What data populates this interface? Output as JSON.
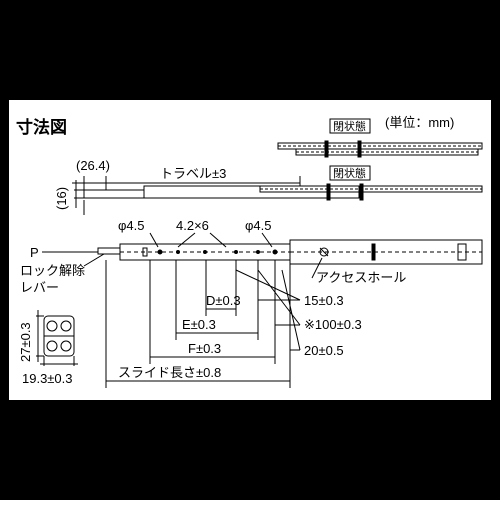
{
  "title": "寸法図",
  "unit": "(単位：mm)",
  "states": {
    "closed_top": "閉状態",
    "closed_mid": "閉状態"
  },
  "dimensions": {
    "d26_4": "(26.4)",
    "travel": "トラベル±3",
    "d16": "(16)",
    "phi_left": "φ4.5",
    "holes": "4.2×6",
    "phi_right": "φ4.5",
    "d": "D±0.3",
    "e": "E±0.3",
    "f": "F±0.3",
    "slide_length": "スライド長さ±0.8",
    "d15": "15±0.3",
    "d100": "※100±0.3",
    "d20": "20±0.5",
    "d27": "27±0.3",
    "d19_3": "19.3±0.3"
  },
  "labels": {
    "p": "P",
    "lock_lever_1": "ロック解除",
    "lock_lever_2": "レバー",
    "access_hole": "アクセスホール"
  },
  "colors": {
    "frame": "#000000",
    "panel_bg": "#ffffff",
    "line": "#000000",
    "state_tag_bg": "#ffffff"
  }
}
